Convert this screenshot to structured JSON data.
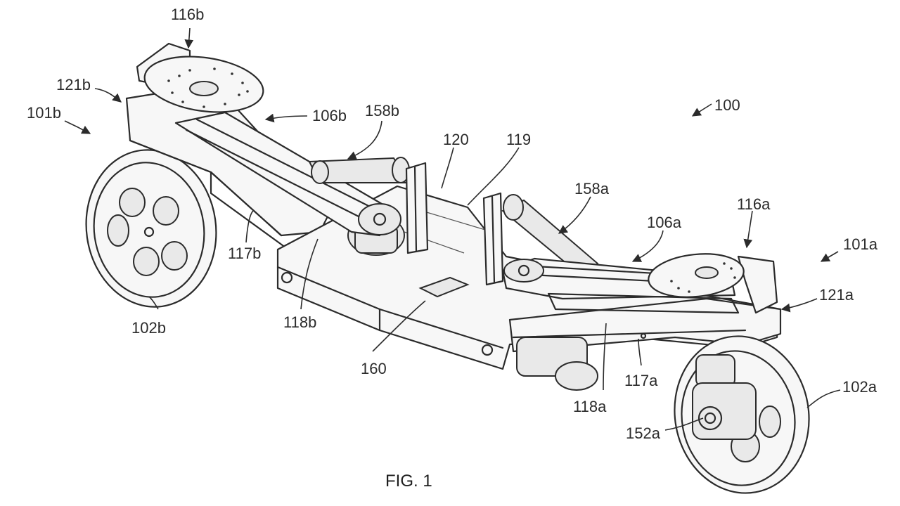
{
  "figure": {
    "caption": "FIG. 1",
    "labels": {
      "l100": "100",
      "l101a": "101a",
      "l101b": "101b",
      "l102a": "102a",
      "l102b": "102b",
      "l106a": "106a",
      "l106b": "106b",
      "l116a": "116a",
      "l116b": "116b",
      "l117a": "117a",
      "l117b": "117b",
      "l118a": "118a",
      "l118b": "118b",
      "l119": "119",
      "l120": "120",
      "l121a": "121a",
      "l121b": "121b",
      "l152a": "152a",
      "l158a": "158a",
      "l158b": "158b",
      "l160": "160"
    }
  }
}
